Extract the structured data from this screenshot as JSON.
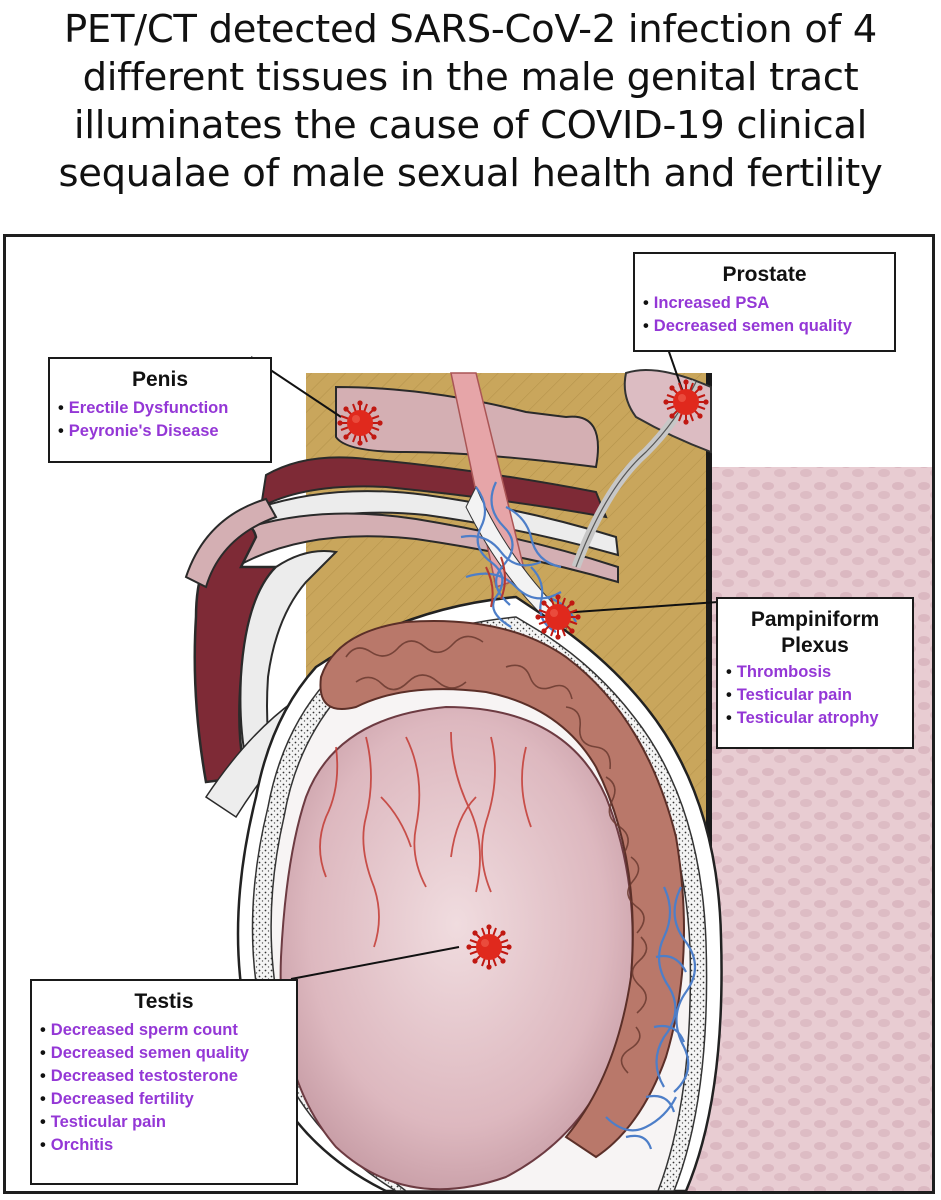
{
  "title_lines": [
    "PET/CT detected SARS-CoV-2 infection of 4",
    "different tissues in the male genital tract",
    "illuminates the cause of COVID-19 clinical",
    "sequalae of male sexual health and fertility"
  ],
  "colors": {
    "symptom_text": "#9437d6",
    "virus": "#d9261c",
    "fat": "#c9a65c",
    "vessel": "#4d7ec8",
    "testis": "#e3c2c6"
  },
  "boxes": {
    "prostate": {
      "title": "Prostate",
      "items": [
        "Increased PSA",
        "Decreased semen quality"
      ]
    },
    "penis": {
      "title": "Penis",
      "items": [
        "Erectile Dysfunction",
        "Peyronie's Disease"
      ]
    },
    "pampiniform": {
      "title_line1": "Pampiniform",
      "title_line2": "Plexus",
      "items": [
        "Thrombosis",
        "Testicular pain",
        "Testicular atrophy"
      ]
    },
    "testis": {
      "title": "Testis",
      "items": [
        "Decreased sperm count",
        "Decreased semen quality",
        "Decreased testosterone",
        "Decreased fertility",
        "Testicular pain",
        "Orchitis"
      ]
    }
  },
  "bullet_char": "•",
  "icons": [
    "virus-icon"
  ]
}
